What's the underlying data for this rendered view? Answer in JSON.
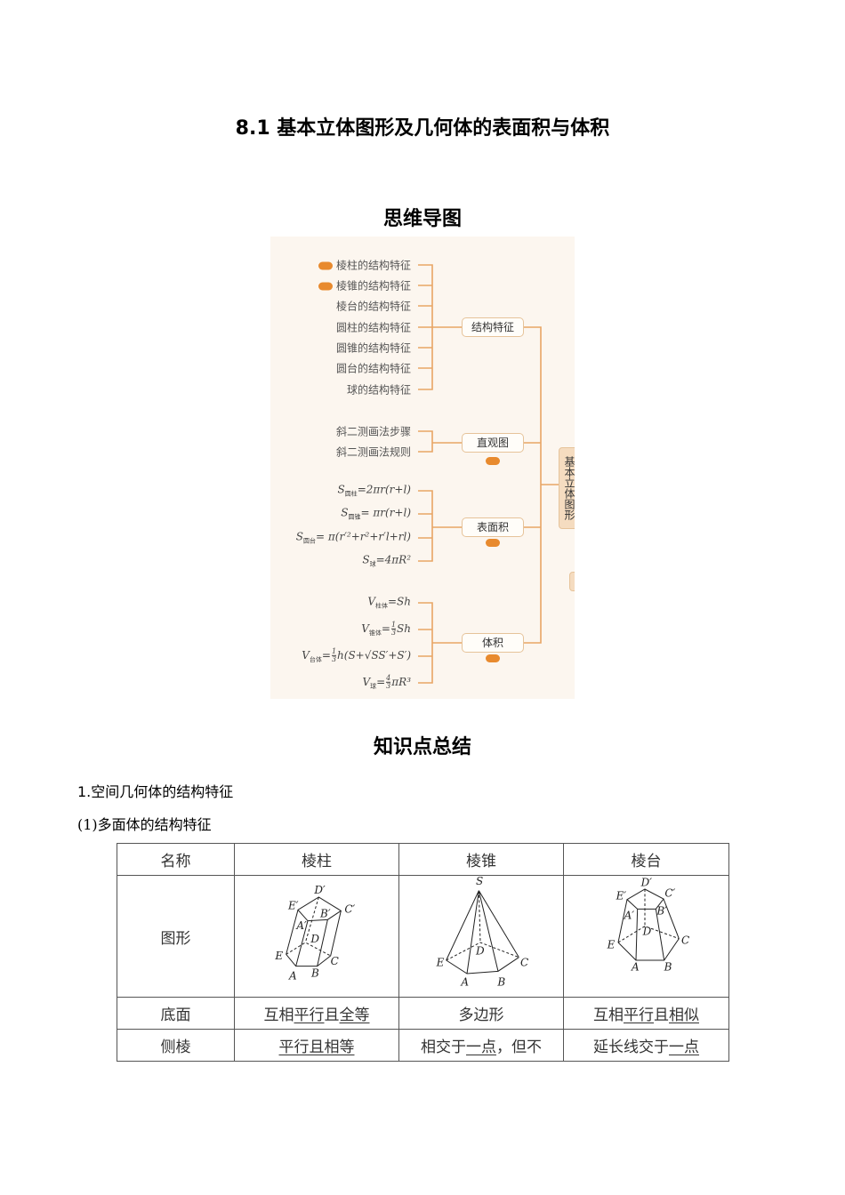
{
  "title": "8.1  基本立体图形及几何体的表面积与体积",
  "section_mindmap": "思维导图",
  "mindmap": {
    "root": "基本立体图形",
    "branches": [
      {
        "label": "结构特征",
        "items": [
          "棱柱的结构特征",
          "棱锥的结构特征",
          "棱台的结构特征",
          "圆柱的结构特征",
          "圆锥的结构特征",
          "圆台的结构特征",
          "球的结构特征"
        ]
      },
      {
        "label": "直观图",
        "items": [
          "斜二测画法步骤",
          "斜二测画法规则"
        ]
      },
      {
        "label": "表面积",
        "formulas": [
          {
            "sym": "S",
            "sub": "圆柱",
            "rest": "=2πr(r+l)"
          },
          {
            "sym": "S",
            "sub": "圆锥",
            "rest": "= πr(r+l)"
          },
          {
            "sym": "S",
            "sub": "圆台",
            "rest": "= π(r′²+r²+r′l+rl)"
          },
          {
            "sym": "S",
            "sub": "球",
            "rest": "=4πR²"
          }
        ]
      },
      {
        "label": "体积",
        "formulas": [
          {
            "sym": "V",
            "sub": "柱体",
            "rest": "=Sh"
          },
          {
            "sym": "V",
            "sub": "锥体",
            "pre": "=",
            "num": "1",
            "den": "3",
            "rest": "Sh"
          },
          {
            "sym": "V",
            "sub": "台体",
            "pre": "=",
            "num": "1",
            "den": "3",
            "rest": "h(S+√SS′+S′)"
          },
          {
            "sym": "V",
            "sub": "球",
            "pre": "=",
            "num": "4",
            "den": "3",
            "rest": "πR³"
          }
        ]
      }
    ],
    "accent_color": "#e88a2e"
  },
  "section_summary": "知识点总结",
  "heading1": "1.空间几何体的结构特征",
  "heading2": "(1)多面体的结构特征",
  "table": {
    "headers": [
      "名称",
      "棱柱",
      "棱锥",
      "棱台"
    ],
    "figure_row_label": "图形",
    "figure_labels": {
      "prism": [
        "D′",
        "E′",
        "B′",
        "C′",
        "A′",
        "D",
        "E",
        "C",
        "A",
        "B"
      ],
      "pyramid": [
        "S",
        "D",
        "E",
        "C",
        "A",
        "B"
      ],
      "frustum": [
        "D′",
        "E′",
        "C′",
        "A′",
        "B′",
        "D",
        "E",
        "C",
        "A",
        "B"
      ]
    },
    "rows": [
      {
        "label": "底面",
        "cells": [
          [
            "互相",
            ""
          ],
          [
            "平行",
            "u"
          ],
          [
            "且",
            ""
          ],
          [
            "全等",
            "u"
          ]
        ],
        "c2": [
          [
            "多边形",
            ""
          ]
        ],
        "c3": [
          [
            "互相",
            ""
          ],
          [
            "平行",
            "u"
          ],
          [
            "且",
            ""
          ],
          [
            "相似",
            "u"
          ]
        ]
      },
      {
        "label": "侧棱",
        "cells": [
          [
            "平行且相等",
            "u"
          ]
        ],
        "c2": [
          [
            "相交于",
            ""
          ],
          [
            "一点",
            "u"
          ],
          [
            "，但不",
            ""
          ]
        ],
        "c3": [
          [
            "延长线交于",
            ""
          ],
          [
            "一点",
            "u"
          ]
        ]
      }
    ]
  }
}
